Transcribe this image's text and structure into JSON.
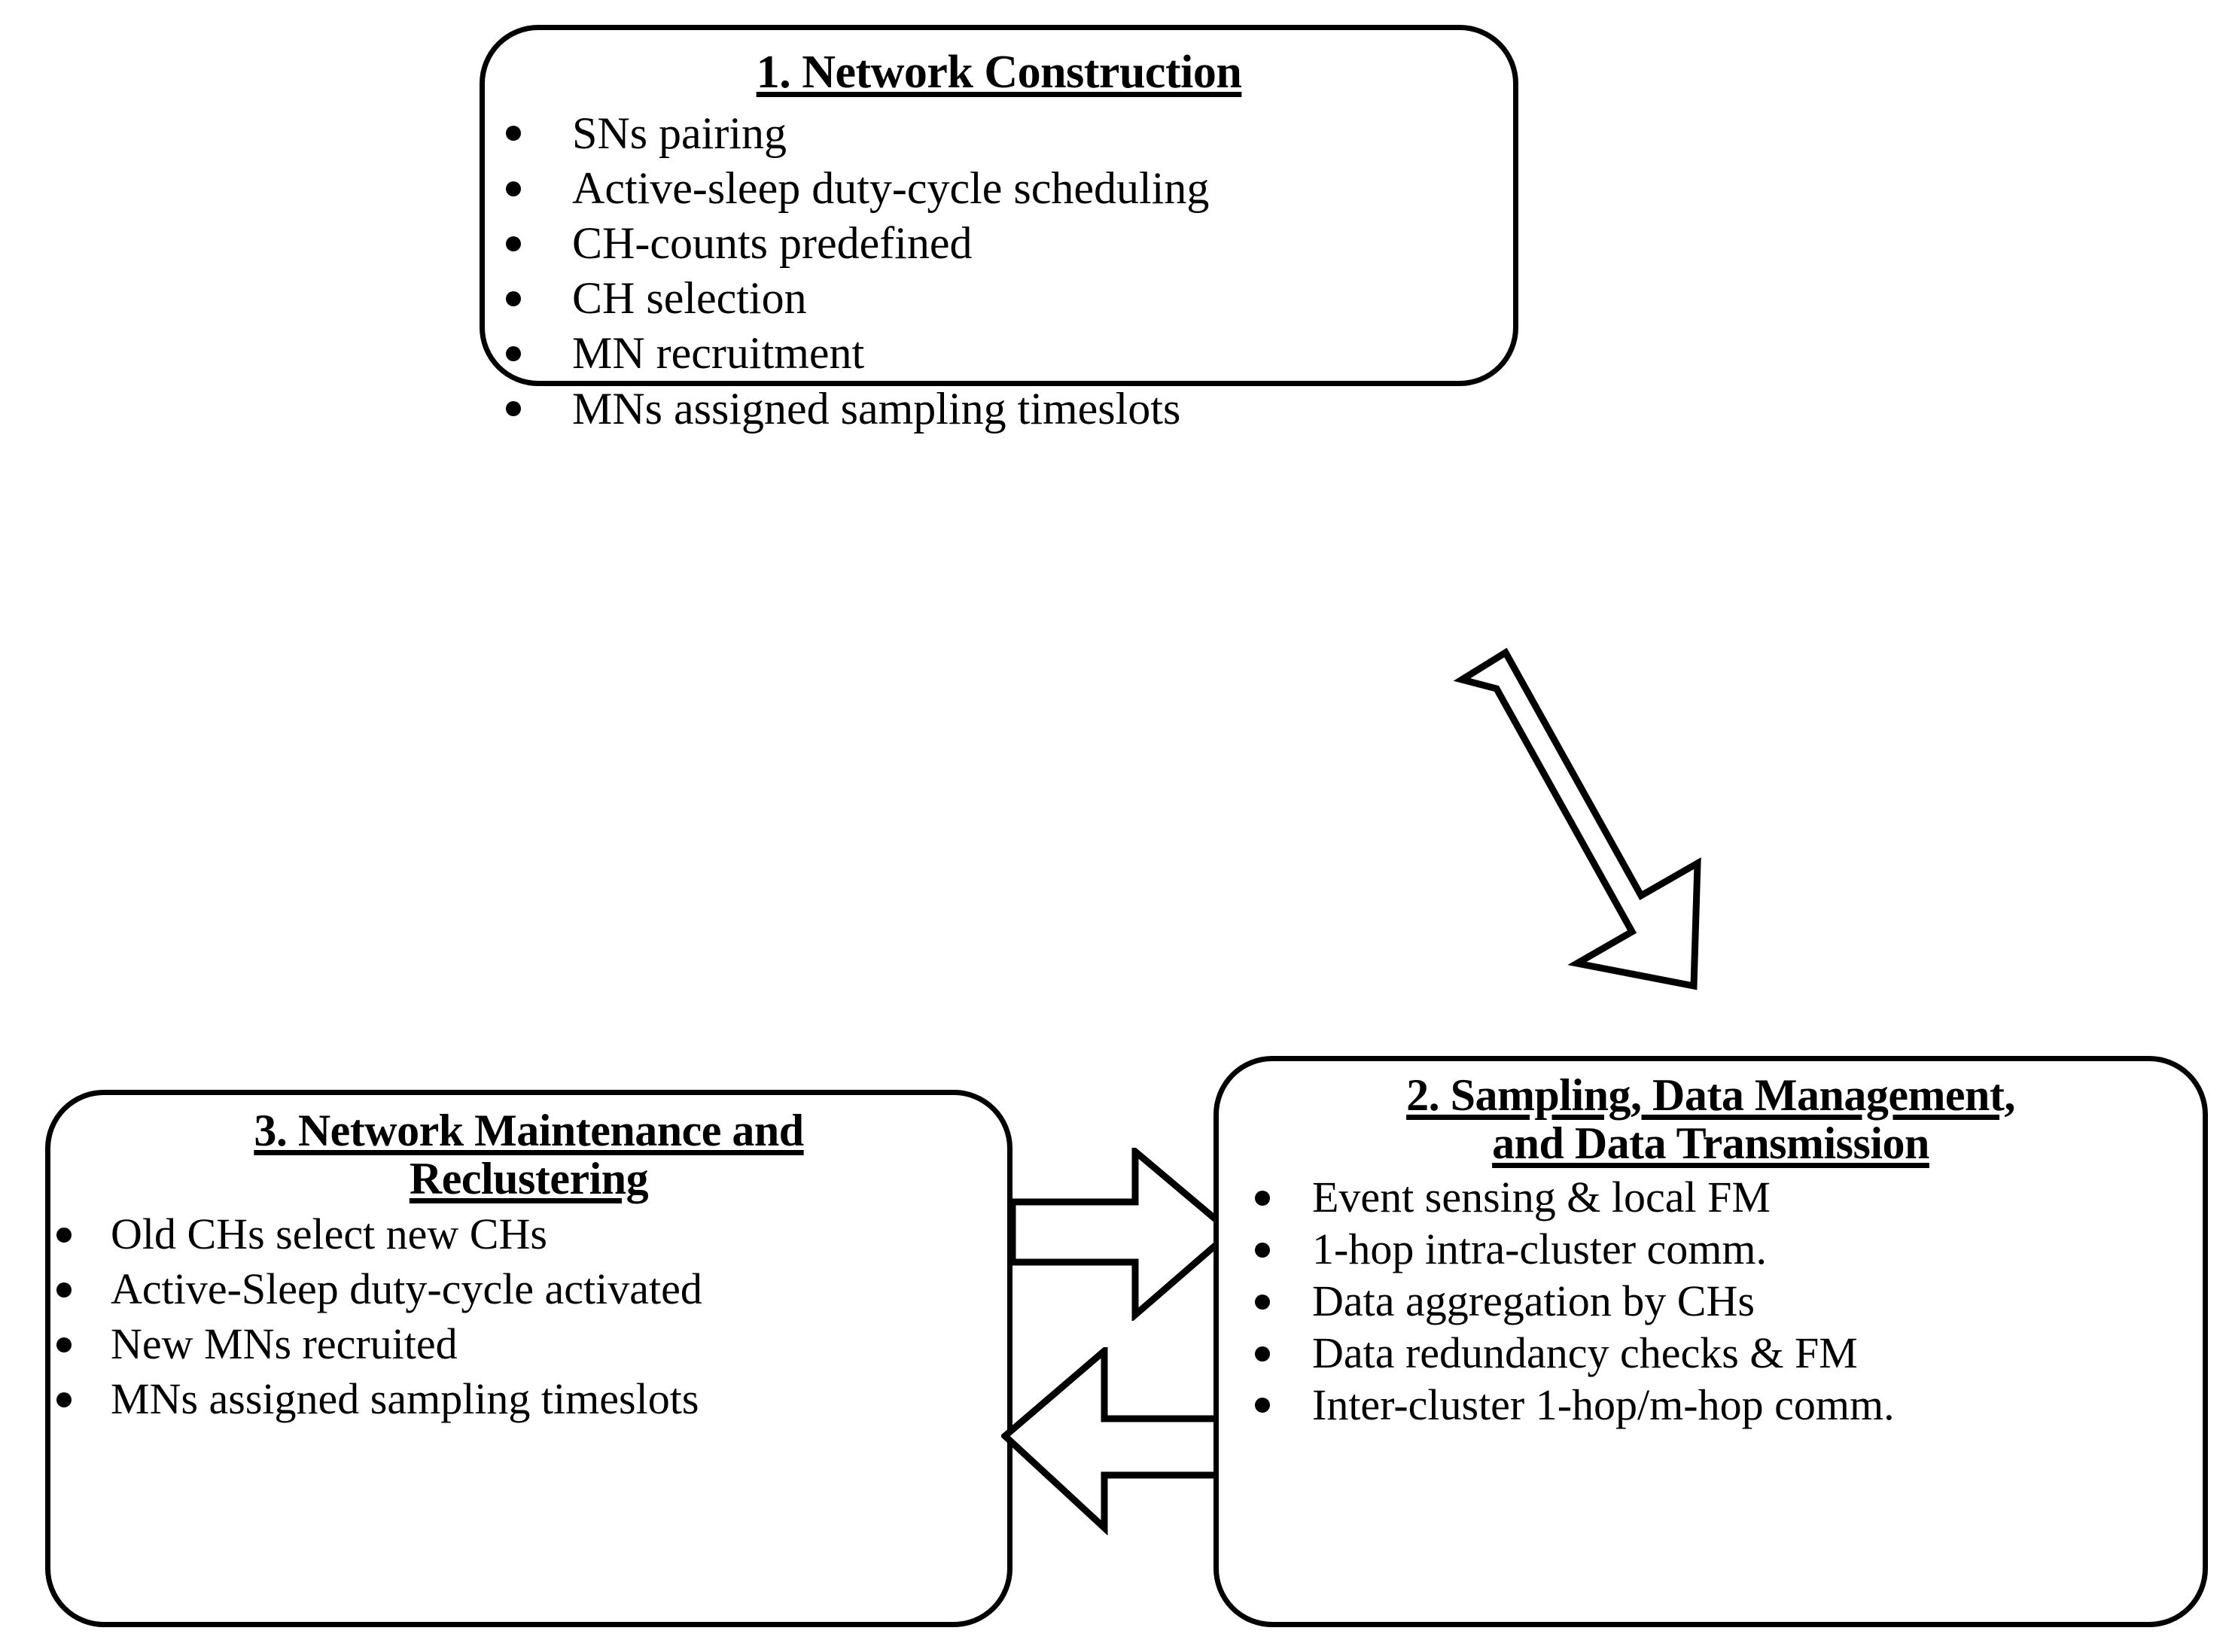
{
  "diagram": {
    "type": "flow-diagram",
    "title_style": "bold-underlined-centered",
    "accent_color": "#000000",
    "background_color": "#ffffff",
    "boxes": [
      {
        "id": "box1",
        "title": "1. Network Construction",
        "title_lines": [
          "1. Network Construction"
        ],
        "items": [
          "SNs pairing",
          "Active-sleep duty-cycle scheduling",
          "CH-counts predefined",
          "CH selection",
          "MN recruitment",
          "MNs assigned sampling timeslots"
        ]
      },
      {
        "id": "box3",
        "title": "3. Network Maintenance and Reclustering",
        "title_lines": [
          "3. Network Maintenance and",
          "Reclustering"
        ],
        "items": [
          "Old CHs select new CHs",
          "Active-Sleep duty-cycle activated",
          "New MNs recruited",
          "MNs assigned sampling timeslots"
        ]
      },
      {
        "id": "box2",
        "title": "2. Sampling, Data Management, and Data Transmission",
        "title_lines": [
          "2. Sampling, Data Management,",
          "and Data Transmission"
        ],
        "items": [
          "Event sensing & local FM",
          "1-hop intra-cluster comm.",
          "Data aggregation by CHs",
          "Data redundancy checks & FM",
          "Inter-cluster 1-hop/m-hop comm."
        ]
      }
    ],
    "arrows": [
      {
        "id": "arrow-diagonal",
        "from": "box1",
        "to": "box2",
        "direction": "down-right",
        "style": "hollow-block-arrow"
      },
      {
        "id": "arrow-right",
        "from": "box3",
        "to": "box2",
        "direction": "right",
        "style": "hollow-block-arrow"
      },
      {
        "id": "arrow-left",
        "from": "box2",
        "to": "box3",
        "direction": "left",
        "style": "hollow-block-arrow"
      }
    ]
  }
}
